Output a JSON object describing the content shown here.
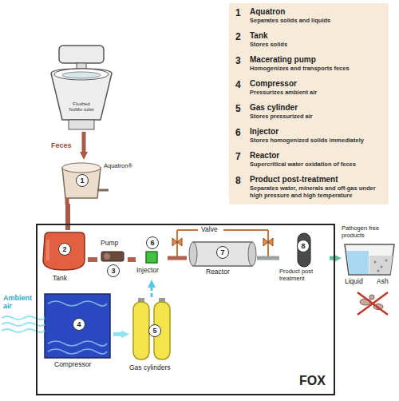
{
  "diagram": {
    "nodes": [
      {
        "text": [
          "1",
          "Aquatron",
          "Separates solids and liquids",
          "2",
          "Tank",
          "Stores solids",
          "3",
          "Macerating pump",
          "Homogenizes and transports feces",
          "4",
          "Compressor",
          "Pressurizes ambient air",
          "5",
          "Gas cylinder",
          "Stores pressurized air",
          "6",
          "Injector",
          "Stores homogenized solids immediately",
          "7",
          "Reactor",
          "Supercritical water oxidation of feces",
          "8",
          "Product post-treatment",
          "Separates water, minerals and off-gas under high pressure and high temperature"
        ]
      },
      {
        "text": [
          "Flushed NoMix toilet"
        ]
      },
      {
        "text": [
          "1",
          "Aquatron®"
        ]
      },
      {
        "text": [
          "FOX"
        ]
      },
      {
        "text": [
          "2",
          "Tank"
        ],
        "in": 3
      },
      {
        "text": [
          "3",
          "Pump"
        ],
        "in": 3
      },
      {
        "text": [
          "6",
          "Injector"
        ],
        "in": 3
      },
      {
        "text": [
          "7",
          "Reactor"
        ],
        "in": 3
      },
      {
        "text": [
          "8",
          "Product post treatment"
        ],
        "in": 3
      },
      {
        "text": [
          "4",
          "Compressor"
        ],
        "in": 3
      },
      {
        "text": [
          "5",
          "Gas cylinders"
        ],
        "in": 3
      },
      {
        "text": [
          "Pathogen free products",
          "Liquid",
          "Ash"
        ]
      }
    ],
    "edges": [
      {
        "from": 1,
        "to": 2,
        "label": "Feces",
        "arrow": "to"
      },
      {
        "from": 2,
        "to": 4,
        "arrow": "none"
      },
      {
        "from": 4,
        "to": 5,
        "arrow": "none"
      },
      {
        "from": 5,
        "to": 6,
        "arrow": "none"
      },
      {
        "from": 9,
        "to": 10,
        "arrow": "to"
      },
      {
        "from": 10,
        "to": 6,
        "arrow": "to"
      },
      {
        "from": 6,
        "to": 7,
        "arrow": "none"
      },
      {
        "from": 7,
        "to": 8,
        "arrow": "none"
      },
      {
        "from": 8,
        "to": 11,
        "arrow": "to"
      }
    ],
    "labels": [
      "Valve",
      "Ambient air"
    ]
  }
}
